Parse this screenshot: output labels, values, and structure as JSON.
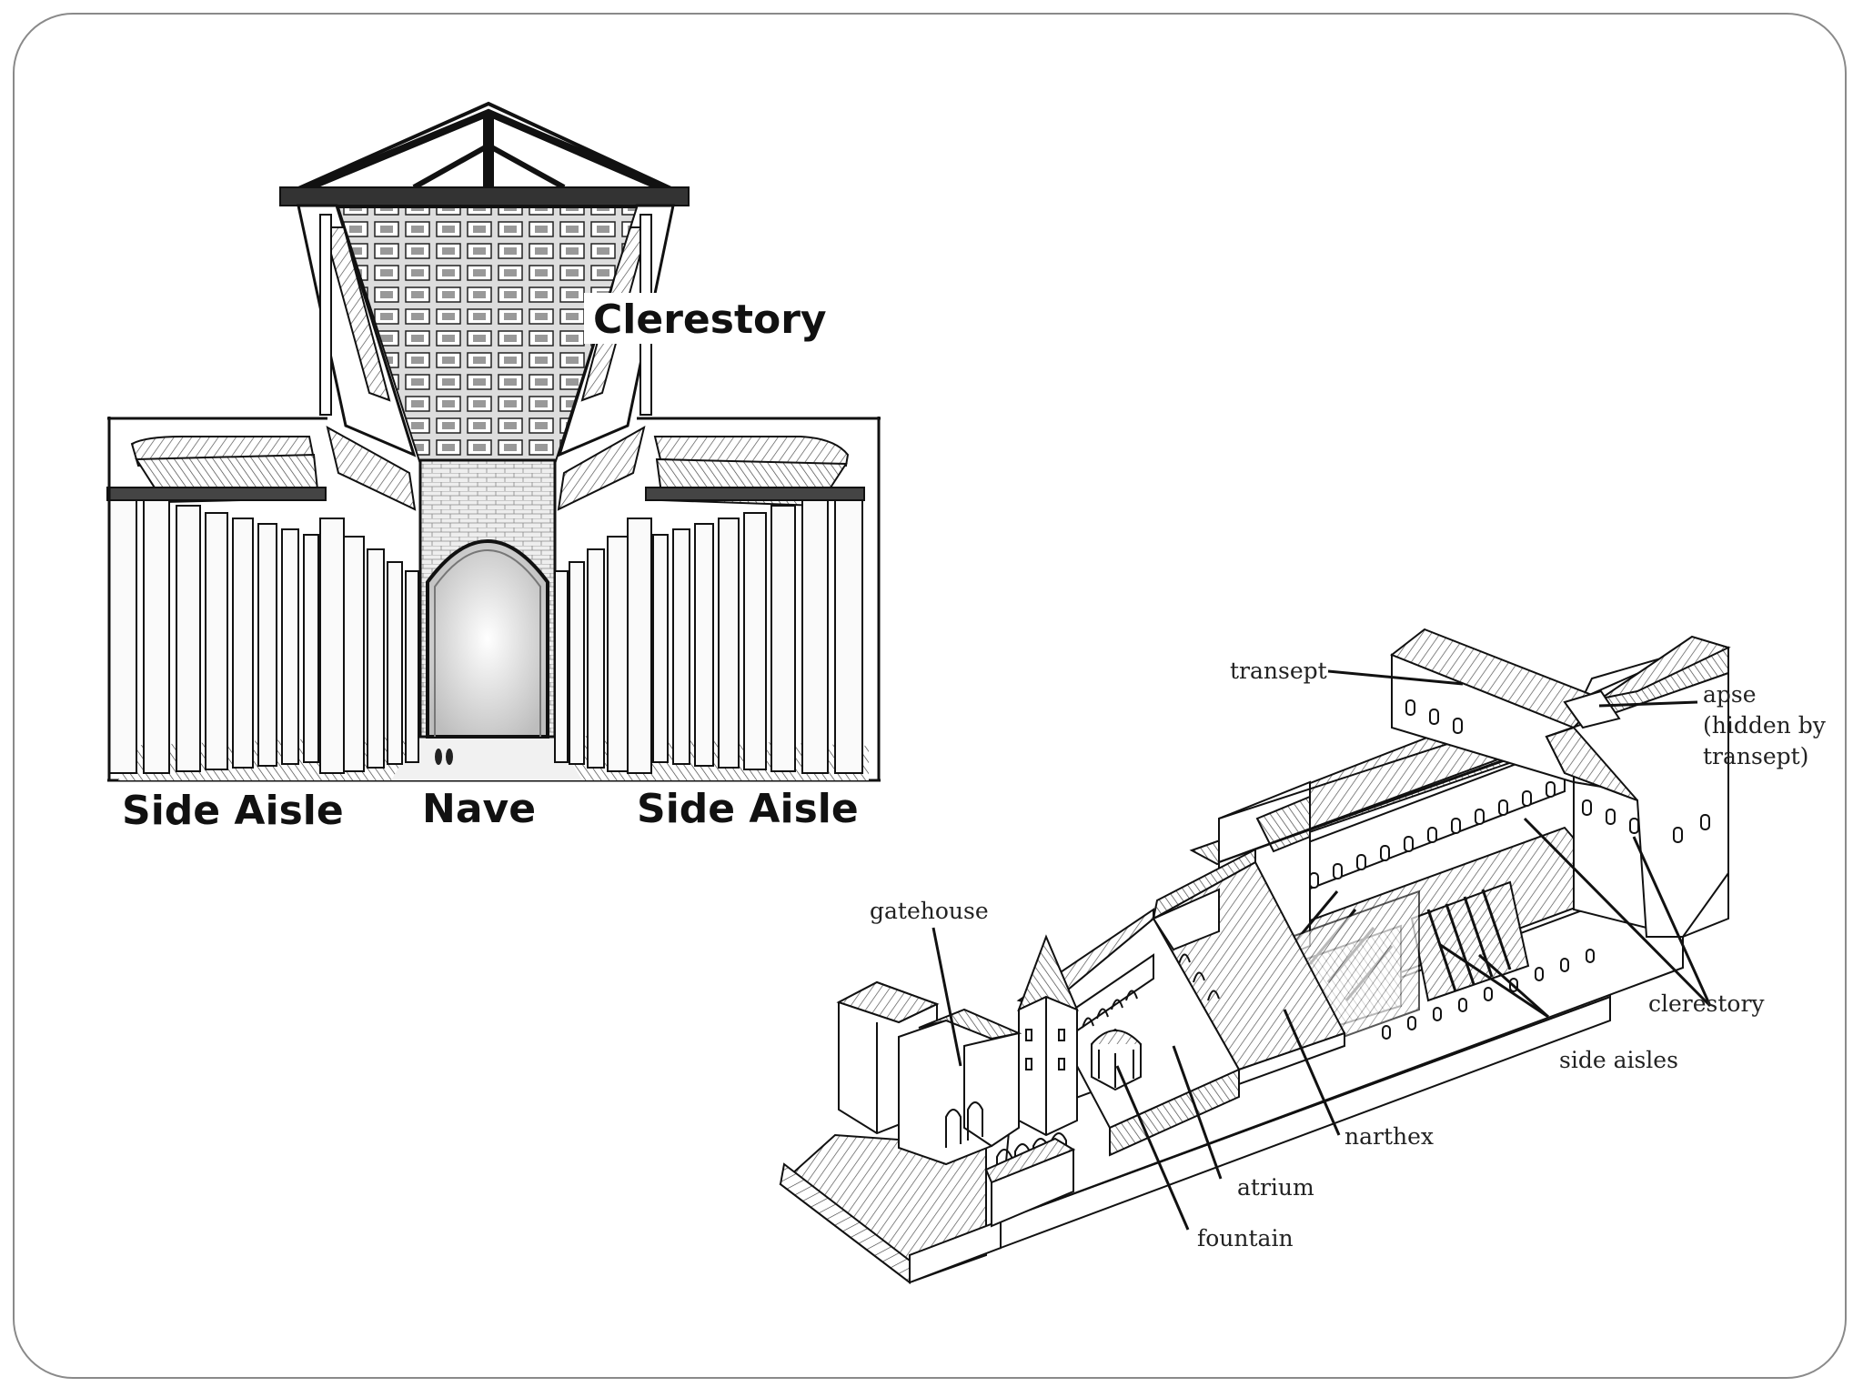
{
  "basilica_interior": {
    "labels": {
      "clerestory": "Clerestory",
      "side_aisle_left": "Side Aisle",
      "nave": "Nave",
      "side_aisle_right": "Side Aisle"
    }
  },
  "basilica_plan": {
    "labels": {
      "transept": "transept",
      "apse_line1": "apse",
      "apse_line2": "(hidden by",
      "apse_line3": "transept)",
      "gatehouse": "gatehouse",
      "clerestory": "clerestory",
      "side_aisles": "side aisles",
      "narthex": "narthex",
      "atrium": "atrium",
      "fountain": "fountain"
    }
  }
}
